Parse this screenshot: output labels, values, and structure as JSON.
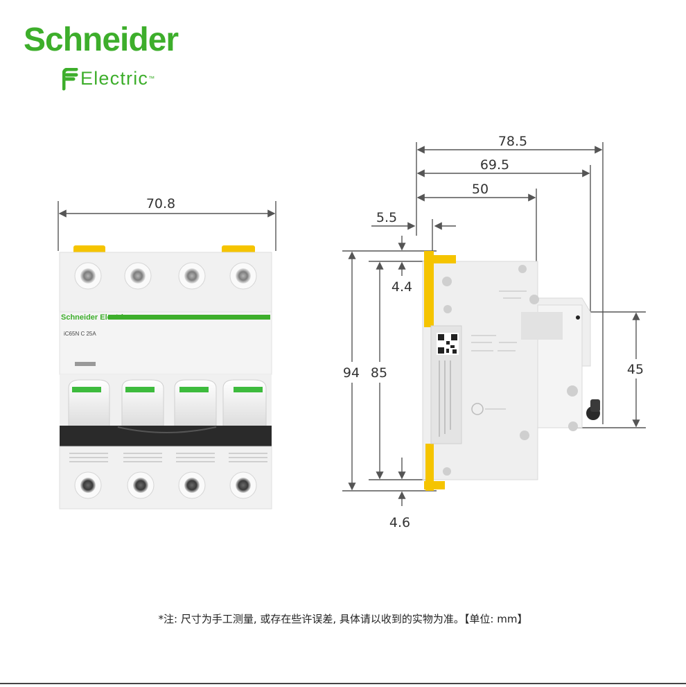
{
  "brand": {
    "name": "Schneider",
    "sub": "Electric",
    "trademark": "™",
    "color": "#3dae2b"
  },
  "front_view": {
    "width_label": "70.8",
    "product_brand": "Schneider Electric",
    "model_text": "iC65N  C 25A"
  },
  "side_view": {
    "dims_top": [
      "78.5",
      "69.5",
      "50"
    ],
    "dim_offset": "5.5",
    "dim_heights": [
      "94",
      "85"
    ],
    "dim_top_clip": "4.4",
    "dim_bottom_clip": "4.6",
    "dim_right": "45"
  },
  "footnote": "*注: 尺寸为手工测量, 或存在些许误差, 具体请以收到的实物为准。【单位: mm】"
}
